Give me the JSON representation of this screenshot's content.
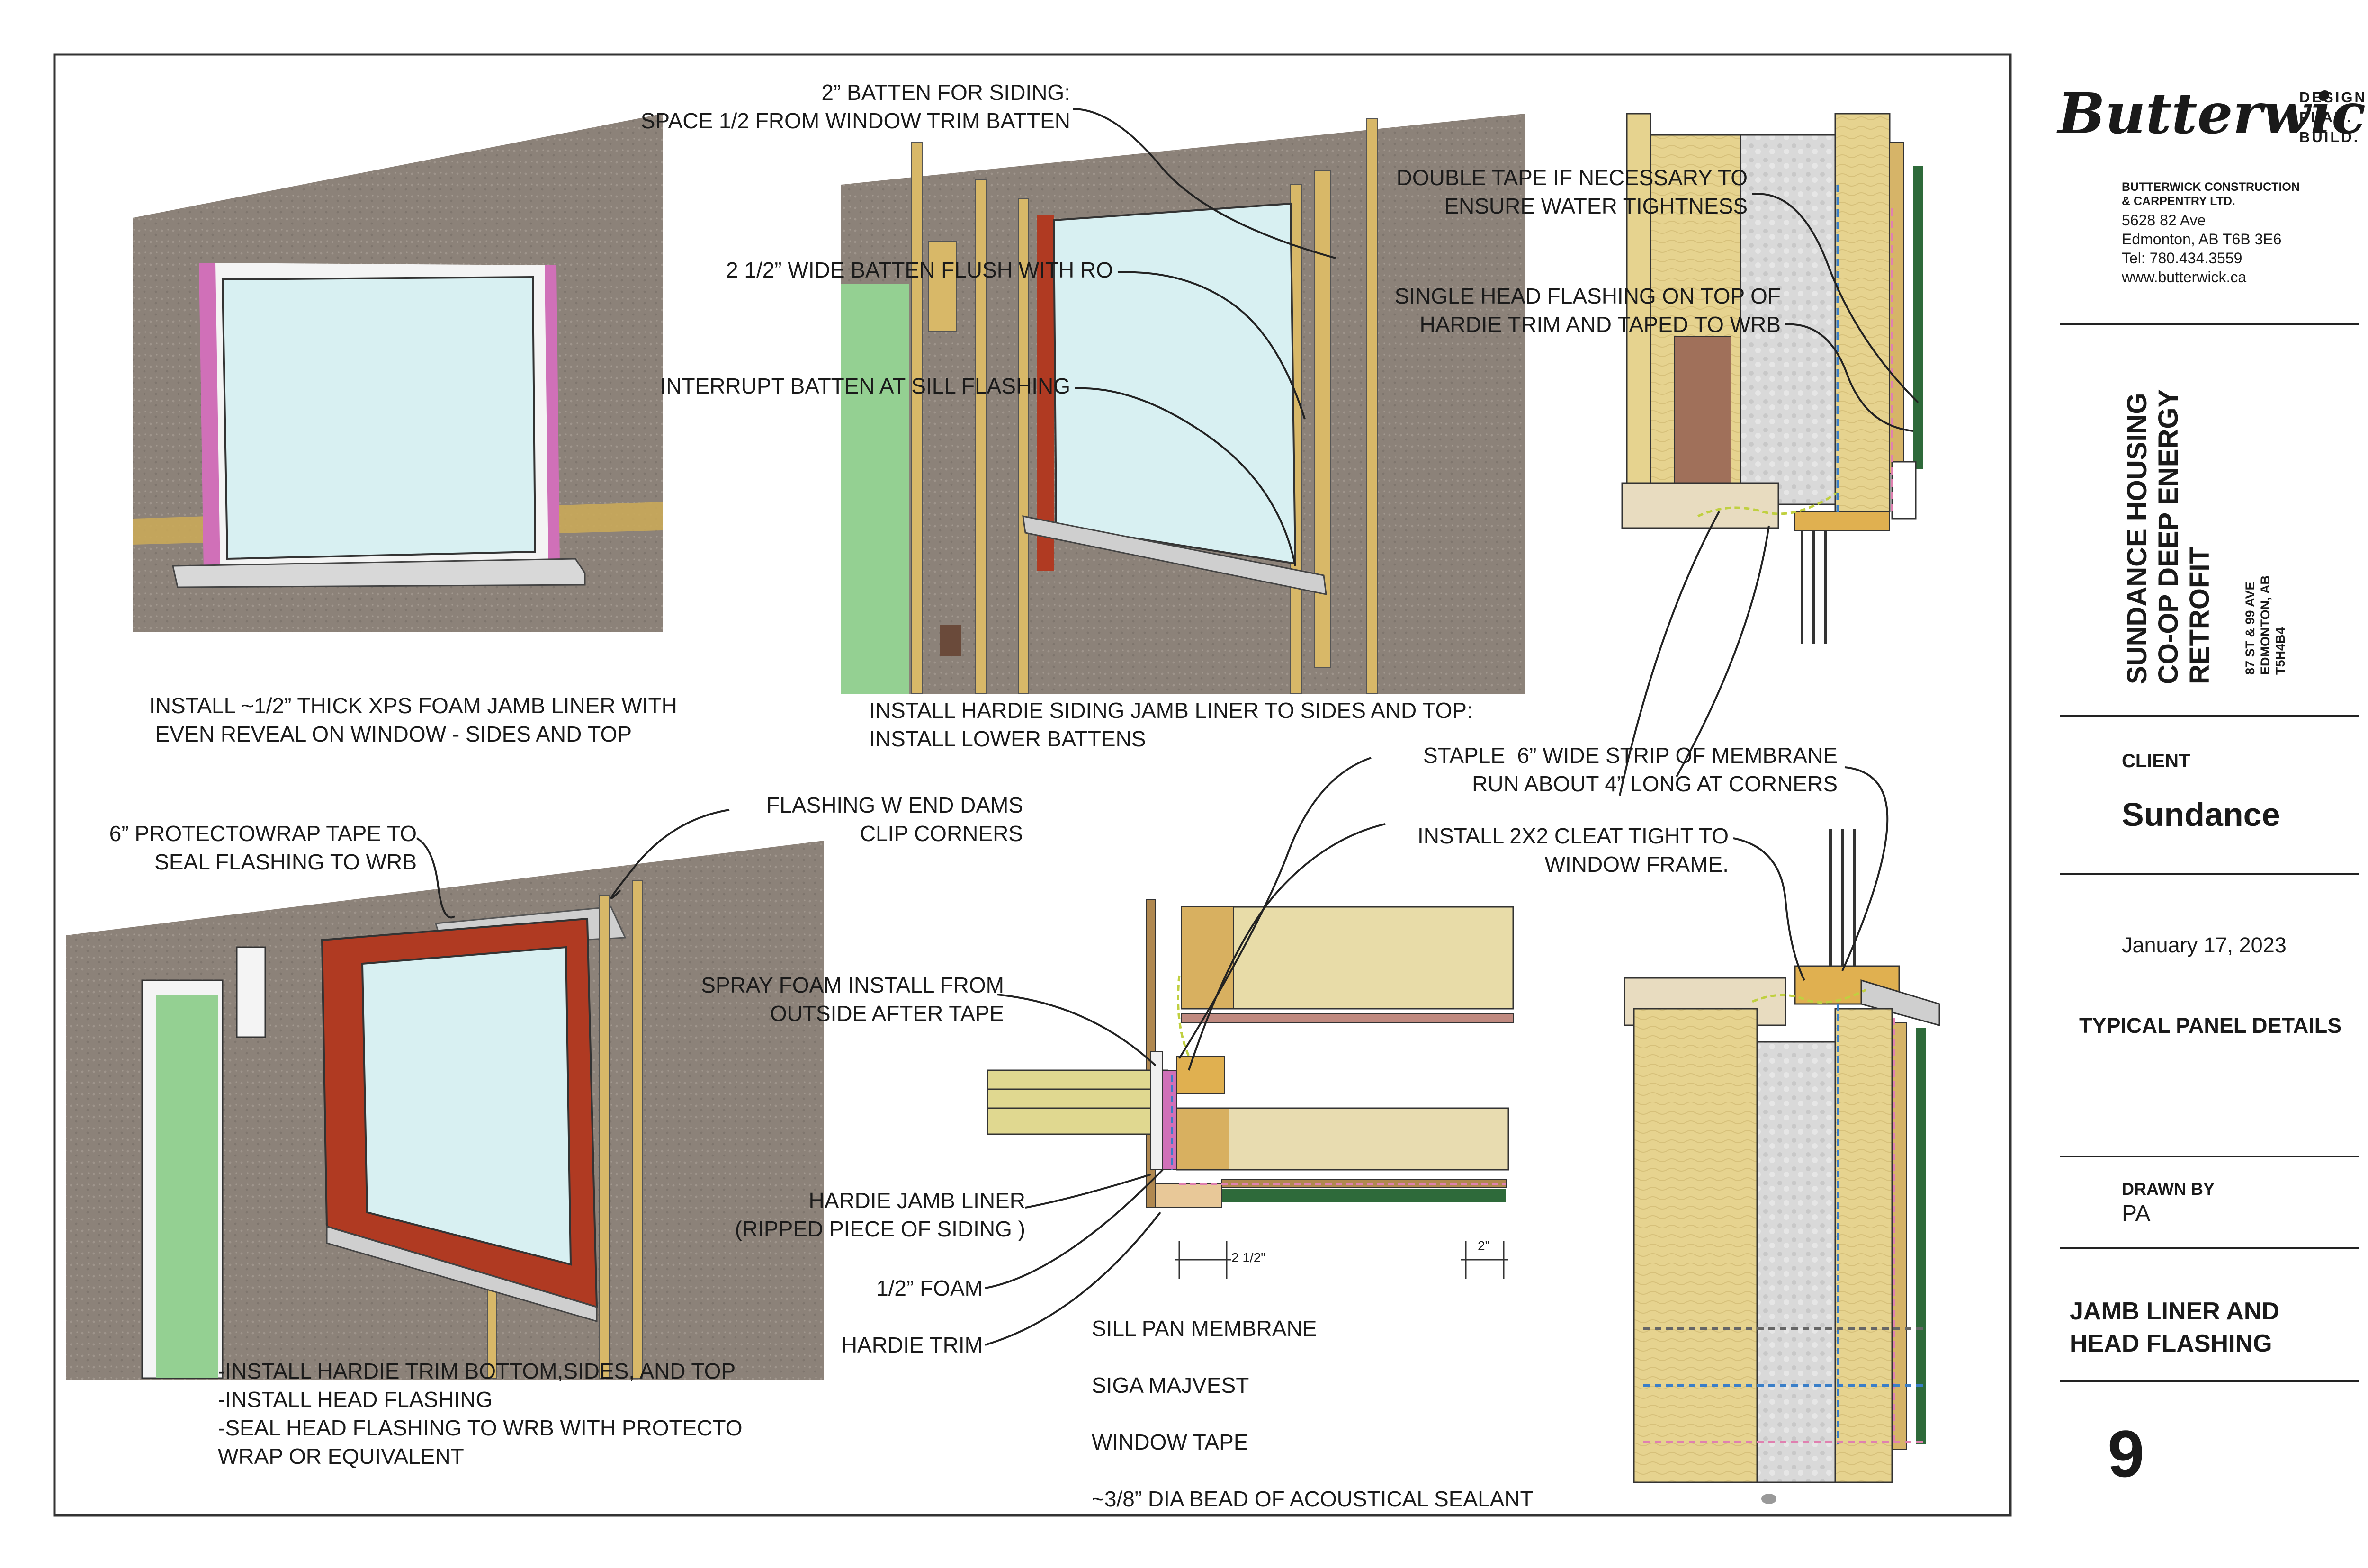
{
  "colors": {
    "wall": "#8a8078",
    "batten": "#d8b868",
    "trim_red": "#b03a22",
    "jamb_pink": "#d070b8",
    "glass": "#d8f0f2",
    "door_green": "#94d092",
    "insulation": "#e8d48e",
    "foam": "#d8d8d8",
    "flashing": "#cfcfcf",
    "siding_green": "#2e6a3a",
    "tape_pink": "#e080b0",
    "siga_blue": "#3a7ec8"
  },
  "icons": [
    "company-logo",
    "window-icon",
    "door-icon",
    "electrical-box-icon"
  ],
  "titleblock": {
    "logo_word": "Butterwick",
    "tagline": [
      "DESIGN.",
      "PLAN.",
      "BUILD."
    ],
    "company": [
      "BUTTERWICK CONSTRUCTION",
      "& CARPENTRY LTD."
    ],
    "address": [
      "5628 82 Ave",
      "Edmonton, AB T6B 3E6",
      "Tel: 780.434.3559",
      "www.butterwick.ca"
    ],
    "project": [
      "SUNDANCE HOUSING",
      "CO-OP DEEP ENERGY",
      "RETROFIT"
    ],
    "project_address": [
      "87 ST & 99 AVE",
      "EDMONTON, AB",
      "T5H4B4"
    ],
    "client_label": "CLIENT",
    "client": "Sundance",
    "date": "January 17, 2023",
    "subtitle": "TYPICAL PANEL DETAILS",
    "drawn_by_label": "DRAWN BY",
    "drawn_by": "PA",
    "sheet_title": [
      "JAMB LINER AND",
      "HEAD FLASHING"
    ],
    "sheet_number": "9"
  },
  "notes": {
    "batten_siding": [
      "2” BATTEN FOR SIDING:",
      "SPACE 1/2 FROM WINDOW TRIM BATTEN"
    ],
    "batten_wide": "2 1/2” WIDE BATTEN  FLUSH WITH RO",
    "interrupt": "INTERRUPT BATTEN AT SILL FLASHING",
    "double_tape": [
      "DOUBLE TAPE IF NECESSARY TO",
      "ENSURE WATER TIGHTNESS"
    ],
    "head_flashing": [
      "SINGLE HEAD FLASHING ON TOP OF",
      "HARDIE TRIM AND TAPED TO WRB"
    ],
    "xps": [
      "INSTALL ~1/2” THICK XPS FOAM JAMB LINER WITH",
      " EVEN REVEAL ON WINDOW - SIDES AND TOP"
    ],
    "hardie_liner": [
      "INSTALL HARDIE SIDING JAMB LINER TO SIDES AND TOP:",
      "INSTALL LOWER BATTENS"
    ],
    "staple": [
      "STAPLE  6” WIDE STRIP OF MEMBRANE",
      "RUN ABOUT 4” LONG AT CORNERS"
    ],
    "cleat": [
      "INSTALL 2X2 CLEAT TIGHT TO",
      "WINDOW FRAME."
    ],
    "protectowrap": [
      "6” PROTECTOWRAP TAPE TO",
      "SEAL FLASHING TO WRB"
    ],
    "end_dams": [
      "FLASHING W END DAMS",
      "CLIP CORNERS"
    ],
    "spray_foam": [
      "SPRAY FOAM INSTALL FROM",
      "OUTSIDE AFTER TAPE"
    ],
    "jamb_liner": [
      "HARDIE JAMB LINER",
      "(RIPPED PIECE OF SIDING )"
    ],
    "foam_half": "1/2” FOAM",
    "hardie_trim": "HARDIE TRIM",
    "dim_2half": "2 1/2\"",
    "dim_2": "2\"",
    "install_steps": [
      "-INSTALL HARDIE TRIM BOTTOM,SIDES, AND TOP",
      "-INSTALL HEAD FLASHING",
      "-SEAL HEAD FLASHING TO WRB WITH PROTECTO",
      "WRAP OR EQUIVALENT"
    ]
  },
  "legend": [
    {
      "label": "SILL PAN MEMBRANE",
      "style": "dashed",
      "color": "#666666"
    },
    {
      "label": "SIGA MAJVEST",
      "style": "dashed",
      "color": "#3a7ec8"
    },
    {
      "label": "WINDOW TAPE",
      "style": "dashed",
      "color": "#e080b0"
    },
    {
      "label": "~3/8” DIA BEAD OF ACOUSTICAL SEALANT",
      "style": "dot",
      "color": "#999999"
    }
  ]
}
